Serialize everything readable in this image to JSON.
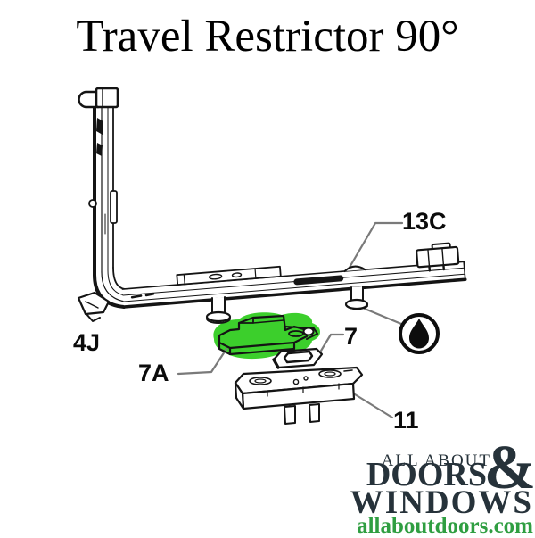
{
  "title": "Travel Restrictor 90°",
  "diagram": {
    "labels": {
      "l13c": "13C",
      "l4j": "4J",
      "l7a": "7A",
      "l7": "7",
      "l11": "11"
    },
    "highlight_color": "#3ccf2c",
    "line_color": "#141414",
    "leader_color": "#7a7a7a",
    "icons": {
      "droplet": "lubrication-point"
    }
  },
  "logo": {
    "top": "ALL ABOUT",
    "doors": "DOORS",
    "amp": "&",
    "windows": "WINDOWS",
    "site": "allaboutdoors.com",
    "ink": "#26323a",
    "site_color": "#2f9e41"
  }
}
